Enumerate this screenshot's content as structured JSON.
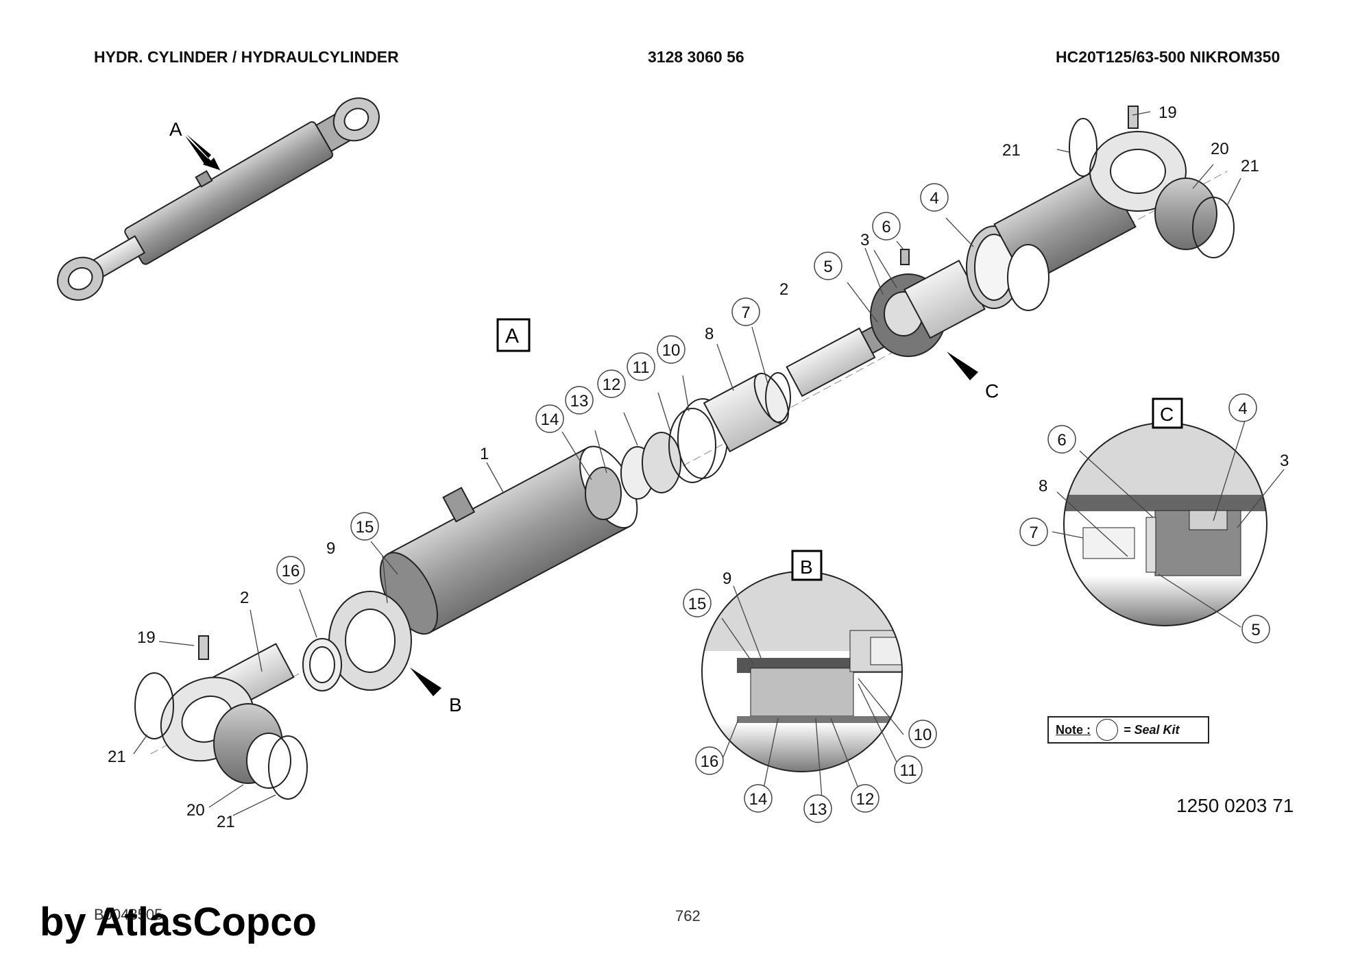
{
  "header": {
    "left": "HYDR. CYLINDER / HYDRAULCYLINDER",
    "center": "3128 3060 56",
    "right": "HC20T125/63-500 NIKROM350"
  },
  "views": {
    "A": "A",
    "B": "B",
    "C": "C"
  },
  "callouts": {
    "p1": "1",
    "p2": "2",
    "p2b": "2",
    "p3": "3",
    "p3c": "3",
    "p4": "4",
    "p4c": "4",
    "p5": "5",
    "p5c": "5",
    "p6": "6",
    "p6c": "6",
    "p7": "7",
    "p7c": "7",
    "p8": "8",
    "p8c": "8",
    "p9": "9",
    "p9b": "9",
    "p10": "10",
    "p10b": "10",
    "p11": "11",
    "p11b": "11",
    "p12": "12",
    "p12b": "12",
    "p13": "13",
    "p13b": "13",
    "p14": "14",
    "p14b": "14",
    "p15": "15",
    "p15b": "15",
    "p16": "16",
    "p16b": "16",
    "p19": "19",
    "p19b": "19",
    "p20": "20",
    "p20b": "20",
    "p21a": "21",
    "p21b": "21",
    "p21c": "21",
    "p21d": "21"
  },
  "note": {
    "label": "Note :",
    "text": "= Seal Kit"
  },
  "doc_number": "1250 0203 71",
  "footer_code": "B0043505",
  "page_number": "762",
  "watermark": "by AtlasCopco"
}
